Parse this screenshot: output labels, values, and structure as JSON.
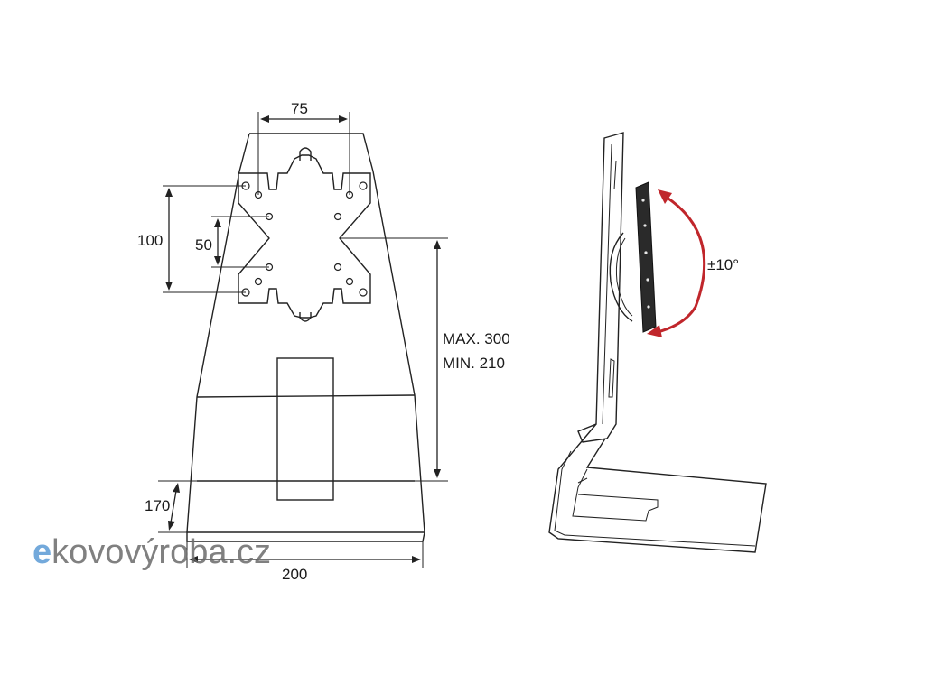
{
  "dimensions": {
    "hole_spacing_horizontal": "75",
    "hole_spacing_vertical_outer": "100",
    "hole_spacing_vertical_inner": "50",
    "height_max": "MAX. 300",
    "height_min": "MIN. 210",
    "base_depth": "170",
    "base_width": "200",
    "tilt_angle": "±10°"
  },
  "watermark": {
    "part_e": "e",
    "part_kovo": "kovovýroba",
    "part_tld": ".cz"
  },
  "colors": {
    "line": "#222222",
    "tilt_arrow": "#c0262b",
    "logo_e": "#5b9bd5",
    "logo_text": "#6b6b6b",
    "logo_tld": "#6b6b6b"
  }
}
